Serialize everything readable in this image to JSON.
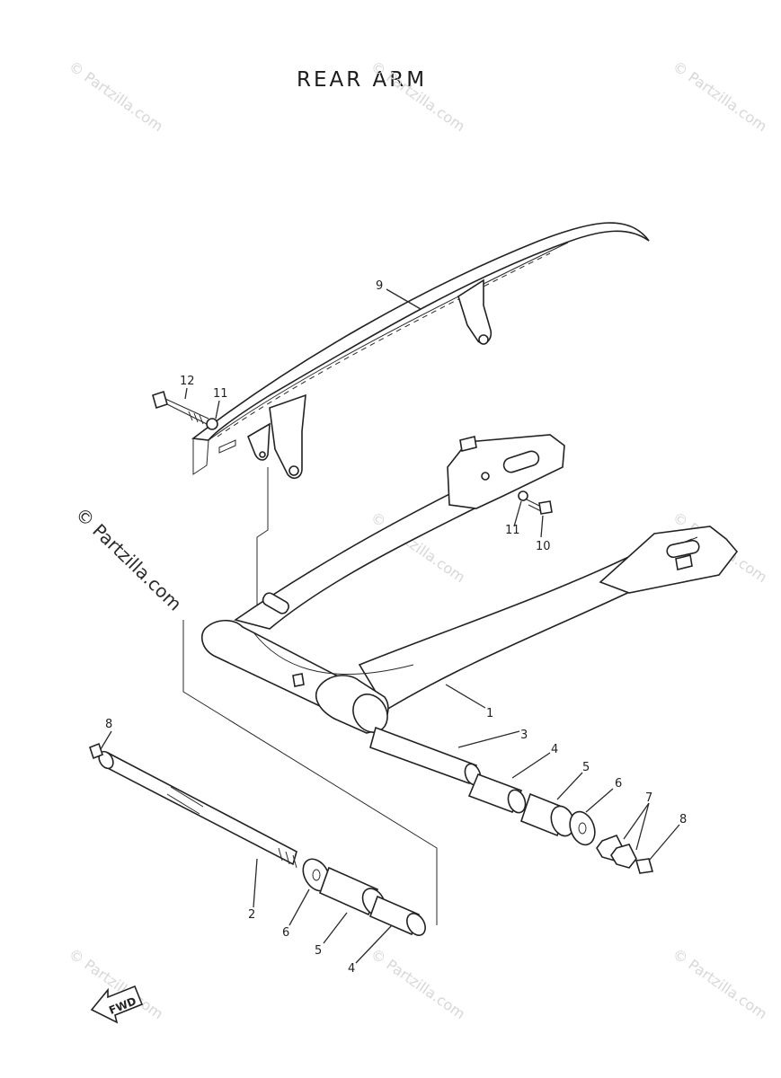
{
  "title": "REAR ARM",
  "watermark": {
    "text": "© Partzilla.com"
  },
  "callouts": {
    "c1": "1",
    "c2": "2",
    "c3": "3",
    "c4a": "4",
    "c4b": "4",
    "c5a": "5",
    "c5b": "5",
    "c6a": "6",
    "c6b": "6",
    "c7": "7",
    "c8a": "8",
    "c8b": "8",
    "c9": "9",
    "c10": "10",
    "c11a": "11",
    "c11b": "11",
    "c12": "12"
  },
  "fwd_label": "FWD",
  "fwd_icon": "arrow-left-icon",
  "colors": {
    "ink": "#222222",
    "watermark": "#d7d7d7",
    "paper": "#ffffff"
  }
}
